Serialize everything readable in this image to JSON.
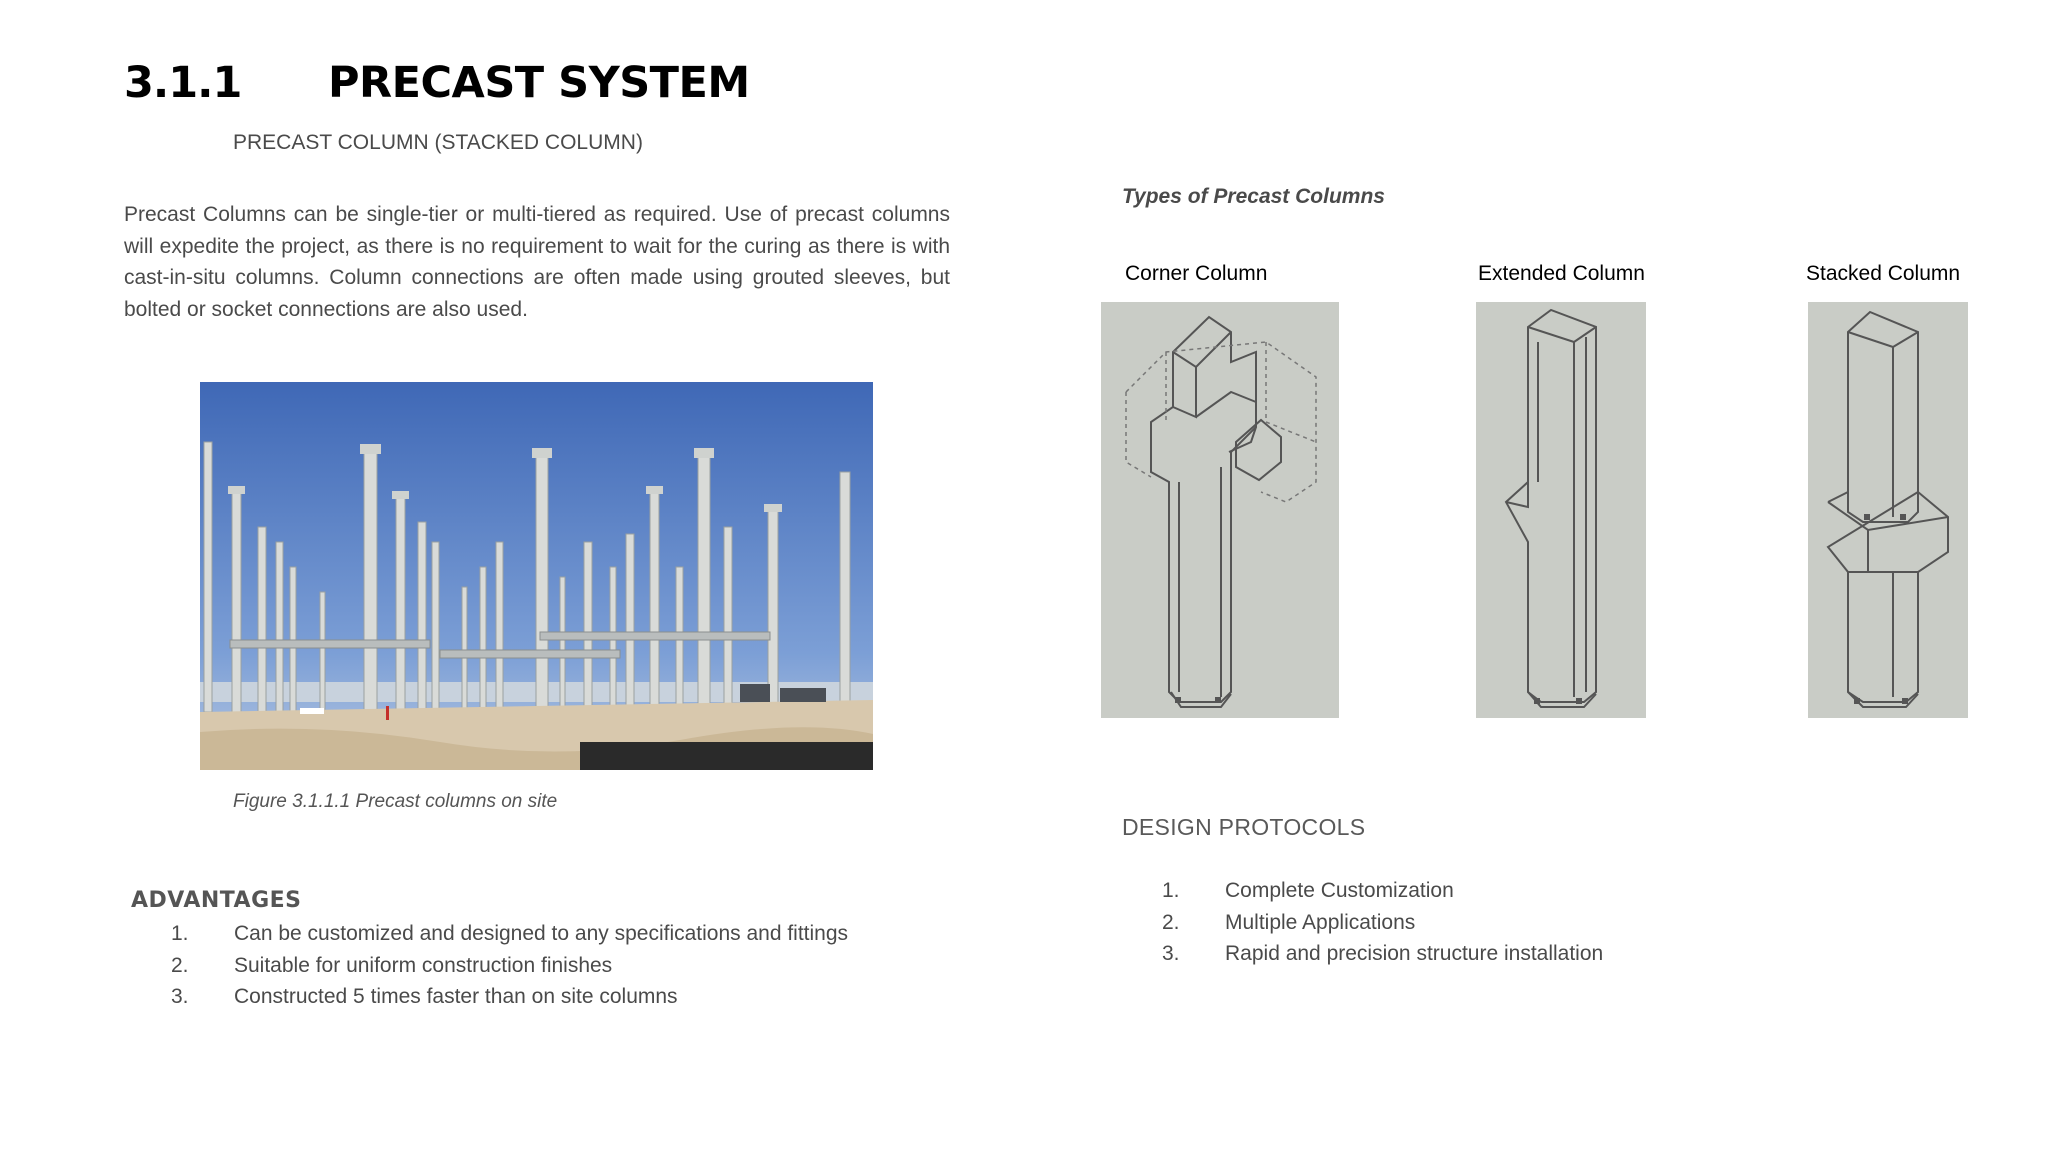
{
  "header": {
    "section_number": "3.1.1",
    "title": "PRECAST SYSTEM",
    "subtitle": "PRECAST COLUMN (STACKED COLUMN)"
  },
  "intro": {
    "paragraph": "Precast Columns can be single-tier or multi-tiered as required.  Use of precast columns will expedite the project, as there is no requirement to wait for the curing as there is with cast-in-situ columns. Column connections are often made using grouted sleeves, but bolted or socket connections are also used."
  },
  "figure": {
    "caption": "Figure 3.1.1.1  Precast columns on site"
  },
  "advantages": {
    "heading": "ADVANTAGES",
    "items": [
      {
        "num": "1.",
        "text": "Can be customized and designed to any specifications and fittings"
      },
      {
        "num": "2.",
        "text": "Suitable for uniform construction finishes"
      },
      {
        "num": "3.",
        "text": "Constructed 5 times faster than on site columns"
      }
    ]
  },
  "types": {
    "heading": "Types of Precast Columns",
    "columns": [
      {
        "label": "Corner Column"
      },
      {
        "label": "Extended Column"
      },
      {
        "label": "Stacked Column"
      }
    ]
  },
  "design_protocols": {
    "heading": "DESIGN PROTOCOLS",
    "items": [
      {
        "num": "1.",
        "text": "Complete Customization"
      },
      {
        "num": "2.",
        "text": "Multiple Applications"
      },
      {
        "num": "3.",
        "text": "Rapid and precision structure installation"
      }
    ]
  },
  "colors": {
    "sky": "#4a78c0",
    "ground": "#d8c8ad",
    "drawing_bg": "#c9ccc6",
    "concrete": "#d9dbd8"
  }
}
